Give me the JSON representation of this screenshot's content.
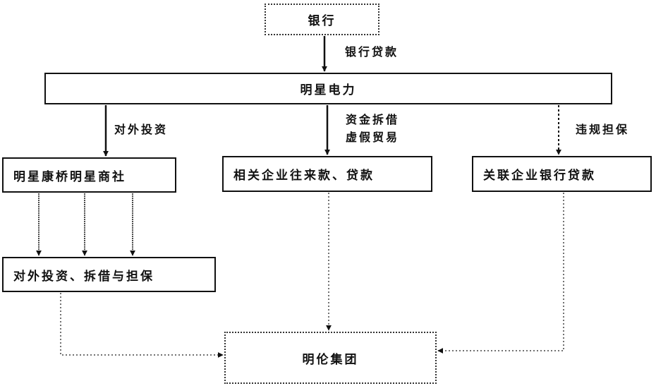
{
  "nodes": {
    "bank": "银行",
    "mingxing": "明星电力",
    "kangqiao": "明星康桥明星商社",
    "xiangguan": "相关企业往来款、贷款",
    "guanlian": "关联企业银行贷款",
    "duiwai": "对外投资、拆借与担保",
    "minglun": "明伦集团"
  },
  "edge_labels": {
    "bank_loan": "银行贷款",
    "external_investment": "对外投资",
    "fund_lending_line1": "资金拆借",
    "fund_lending_line2": "虚假贸易",
    "illegal_guarantee": "违规担保"
  }
}
